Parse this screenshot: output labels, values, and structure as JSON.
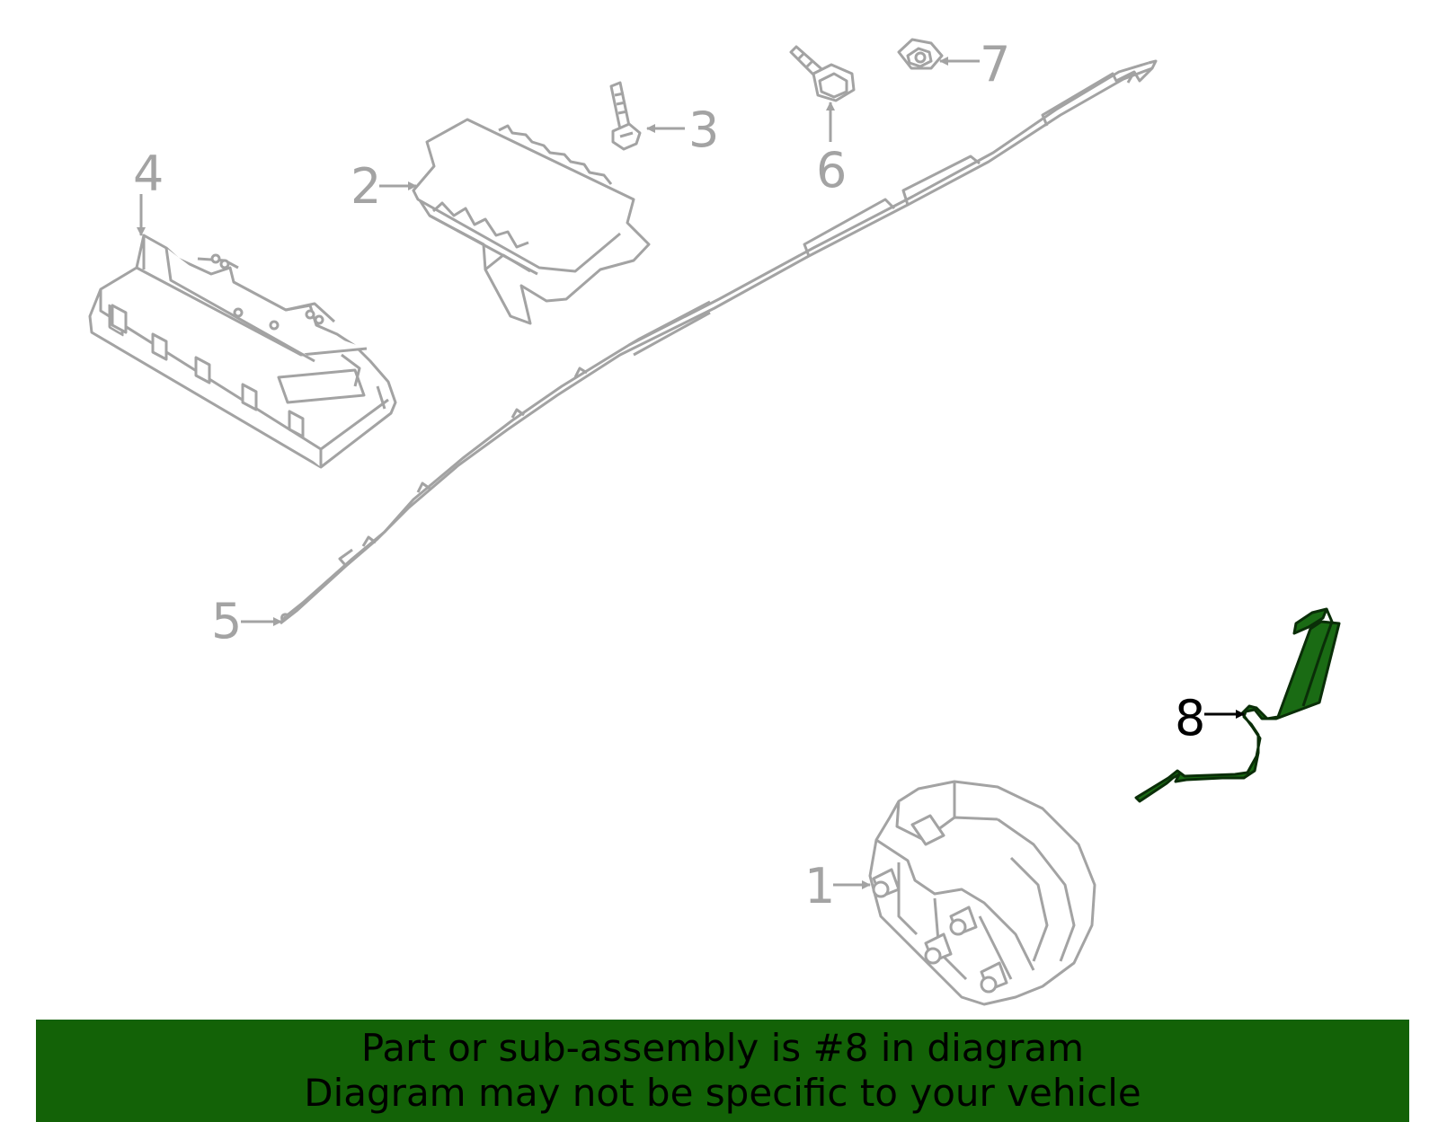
{
  "colors": {
    "line": "#a3a3a3",
    "highlight_fill": "#1a6b14",
    "highlight_stroke": "#0a2e08",
    "banner": "#136207",
    "callout_highlight": "#000000"
  },
  "callouts": [
    {
      "number": "1",
      "part": "driver-airbag-module",
      "highlighted": false
    },
    {
      "number": "2",
      "part": "passenger-airbag-module",
      "highlighted": false
    },
    {
      "number": "3",
      "part": "bolt",
      "highlighted": false
    },
    {
      "number": "4",
      "part": "knee-airbag-module",
      "highlighted": false
    },
    {
      "number": "5",
      "part": "curtain-airbag",
      "highlighted": false
    },
    {
      "number": "6",
      "part": "bolt",
      "highlighted": false
    },
    {
      "number": "7",
      "part": "nut",
      "highlighted": false
    },
    {
      "number": "8",
      "part": "side-impact-sensor-harness",
      "highlighted": true
    }
  ],
  "banner": {
    "line1": "Part or sub-assembly is #8 in diagram",
    "line2": "Diagram may not be specific to your vehicle"
  }
}
